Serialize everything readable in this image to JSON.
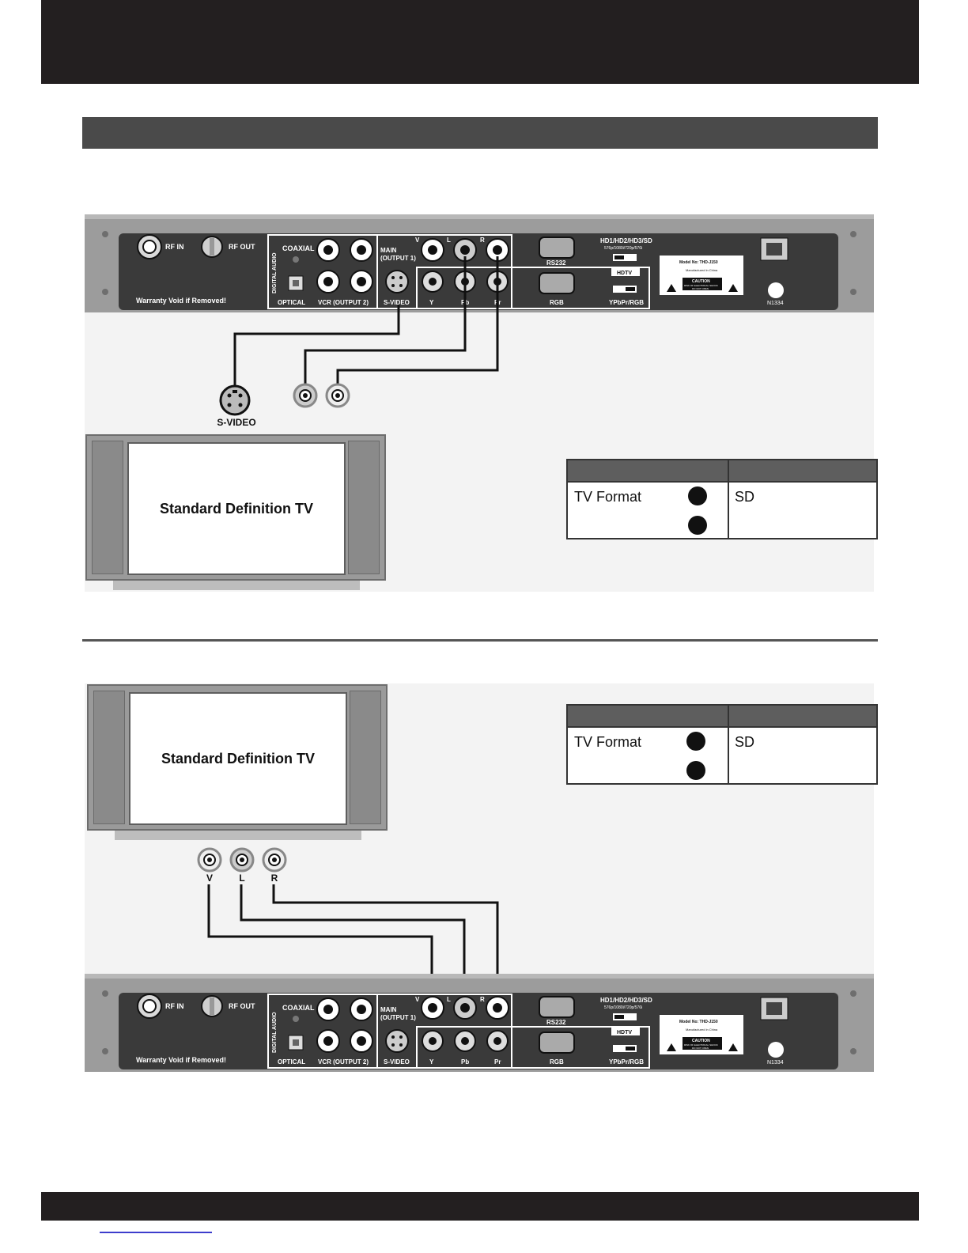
{
  "panel": {
    "rf_in": "RF IN",
    "rf_out": "RF OUT",
    "warranty": "Warranty Void if Removed!",
    "digital_audio": "DIGITAL AUDIO",
    "coaxial": "COAXIAL",
    "optical": "OPTICAL",
    "vcr_output": "VCR (OUTPUT 2)",
    "main_output_line1": "MAIN",
    "main_output_line2": "(OUTPUT 1)",
    "s_video": "S-VIDEO",
    "jack_v": "V",
    "jack_l": "L",
    "jack_r": "R",
    "jack_y": "Y",
    "jack_pb": "Pb",
    "jack_pr": "Pr",
    "rs232": "RS232",
    "rgb": "RGB",
    "hdtv": "HDTV",
    "hd_modes": "HD1/HD2/HD3/SD",
    "hd_resolutions": "576p/1080i/720p/576i",
    "ypbpr_rgb": "YPbPr/RGB",
    "model_no": "Model No:  THD-J150",
    "made_in": "Manufactured in China",
    "caution": "CAUTION",
    "caution_sub": "RISK OF ELECTRICAL SHOCK",
    "caution_sub2": "DO NOT OPEN",
    "cert_code": "N1334"
  },
  "diagram1": {
    "connector_label": "S-VIDEO",
    "tv_label": "Standard Definition TV",
    "table": {
      "row_label": "TV Format",
      "value": "SD"
    }
  },
  "diagram2": {
    "tv_label": "Standard Definition TV",
    "jack_labels": [
      "V",
      "L",
      "R"
    ],
    "table": {
      "row_label": "TV Format",
      "value": "SD"
    }
  },
  "colors": {
    "bar_dark": "#231f20",
    "section_bar": "#4a4a4a",
    "panel_dark": "#3a3a3a",
    "chassis_gray": "#9c9c9c"
  }
}
